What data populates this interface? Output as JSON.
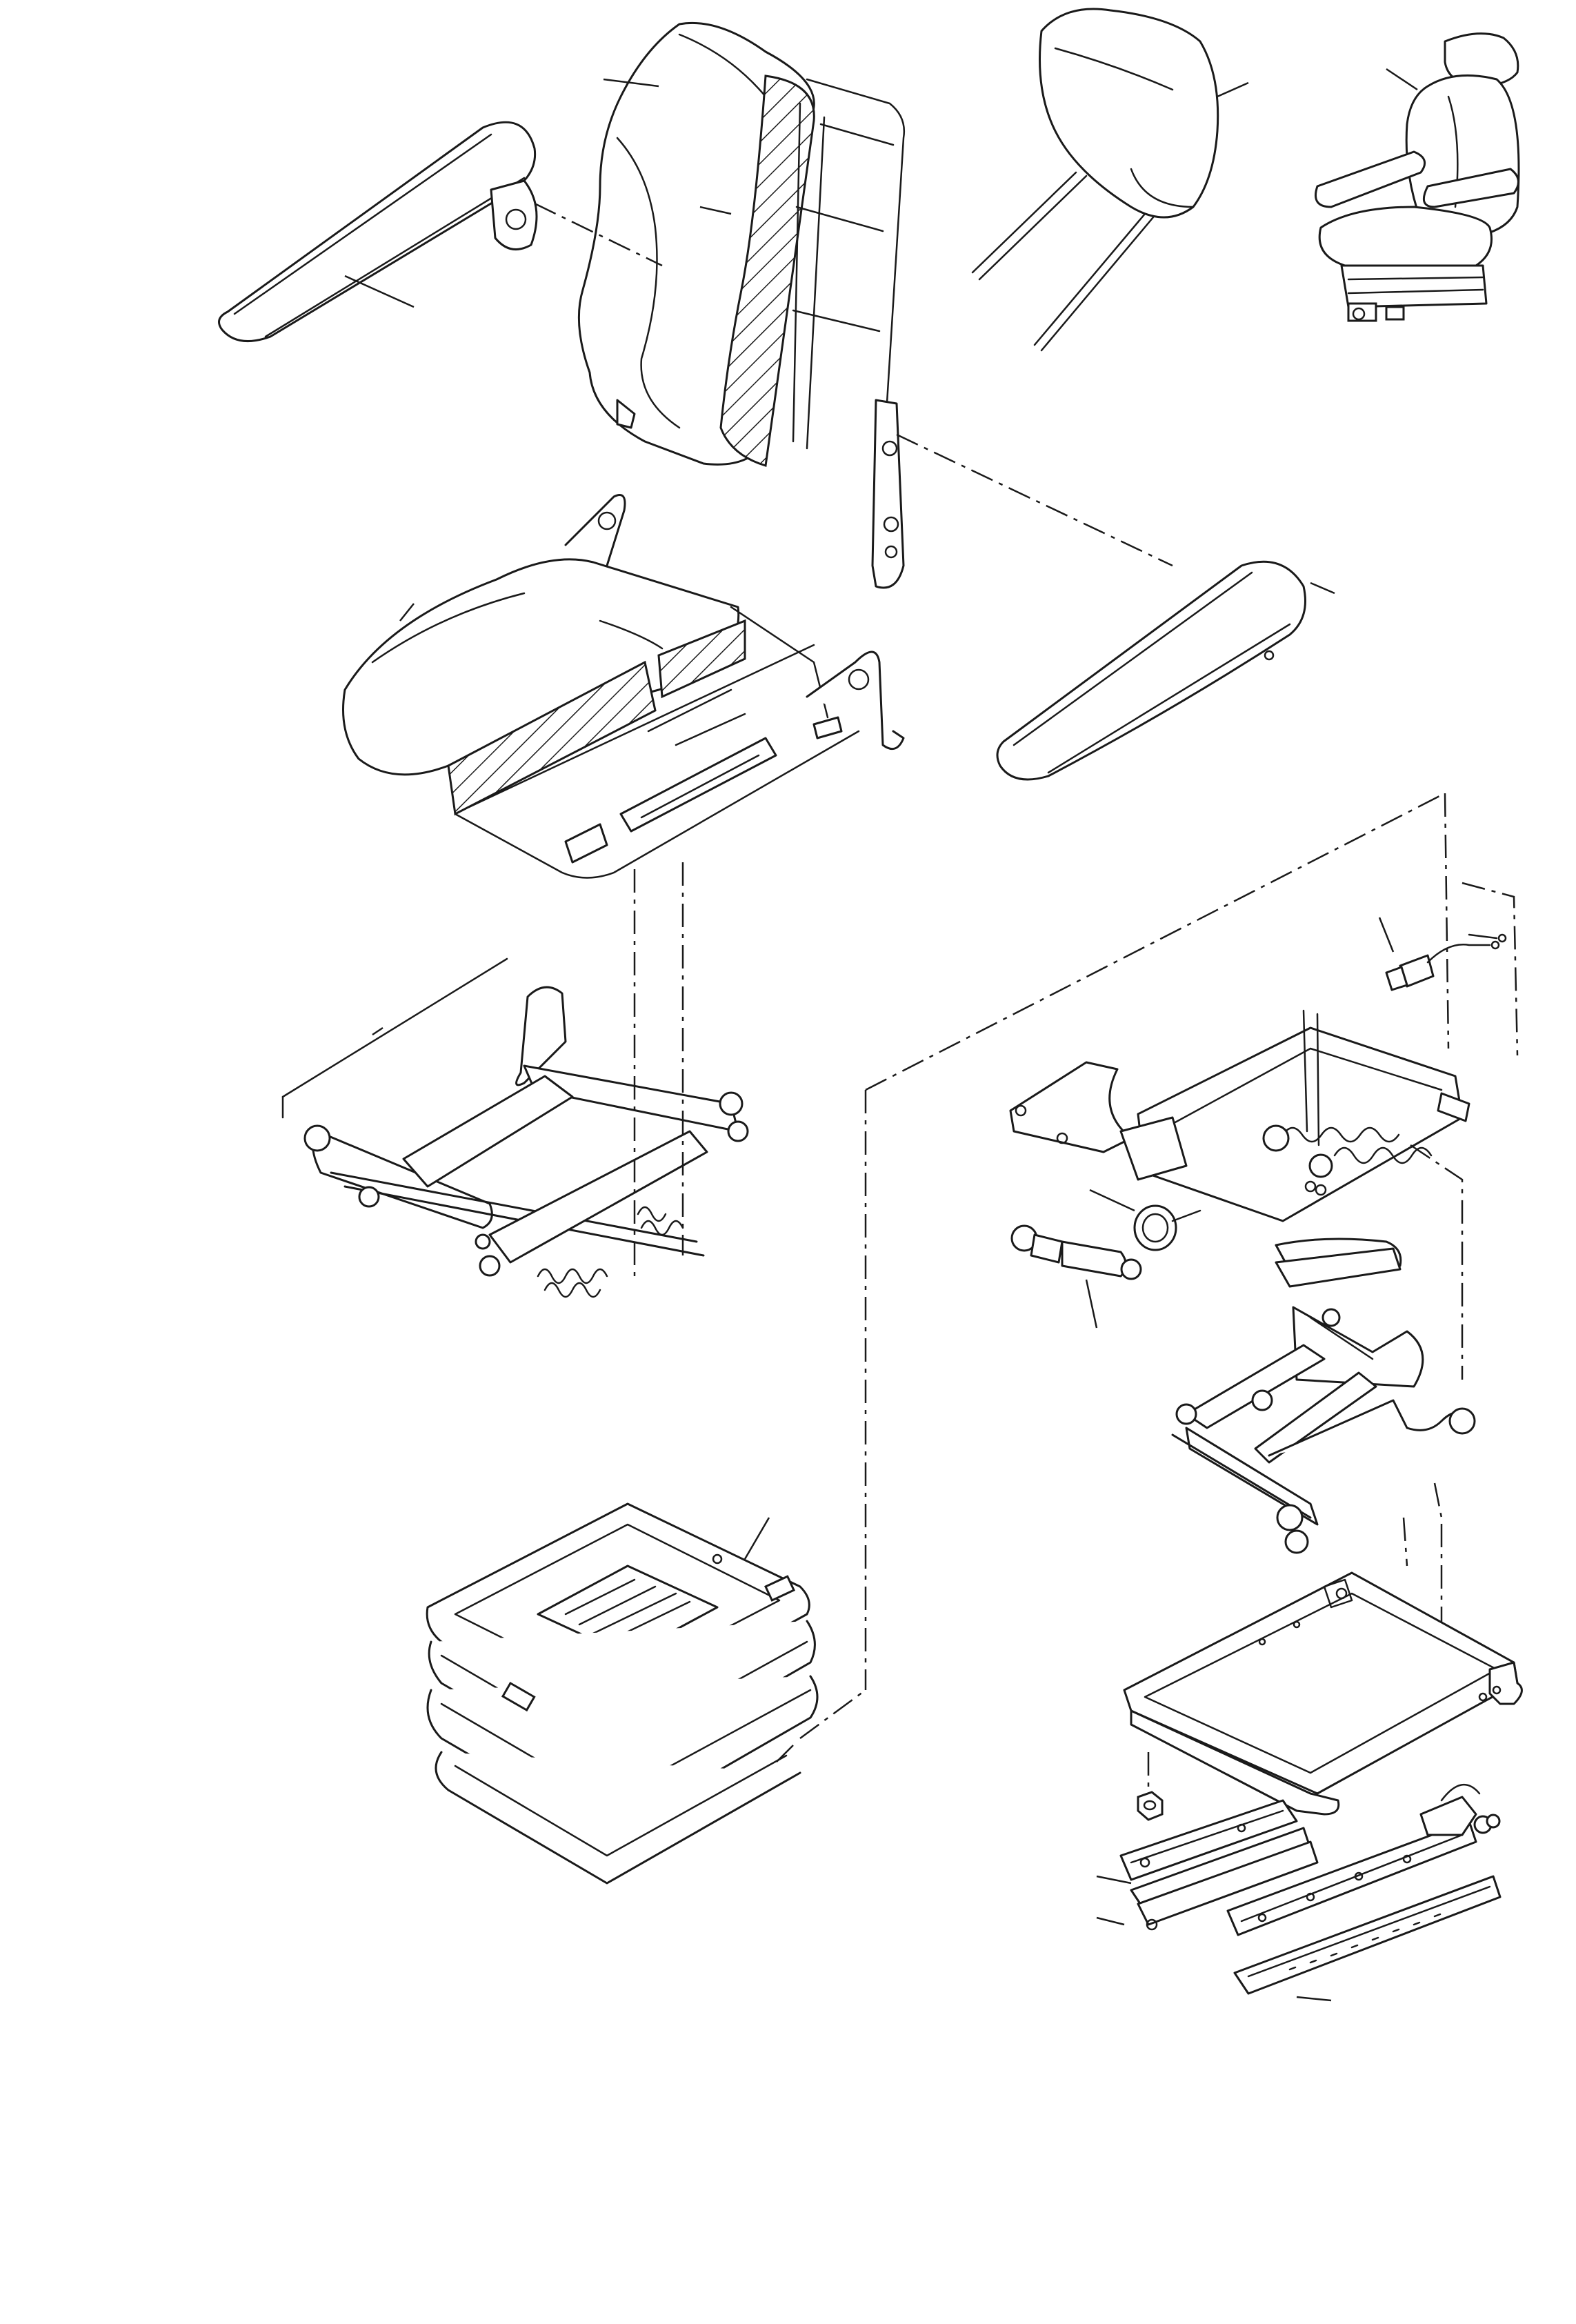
{
  "drawing": {
    "colors": {
      "line": "#1a1a1a",
      "background": "#ffffff"
    },
    "parts": [
      "armrest-left",
      "backrest",
      "headrest",
      "seat-assembly-preview",
      "seat-cushion",
      "armrest-right",
      "seat-adjuster-frame",
      "switch",
      "suspension-upper-bracket",
      "adjust-knob",
      "shock-absorber",
      "scissor-linkage",
      "suspension-cover-bellows",
      "base-frame",
      "nut",
      "slide-rail-left",
      "slide-rail-right"
    ]
  }
}
